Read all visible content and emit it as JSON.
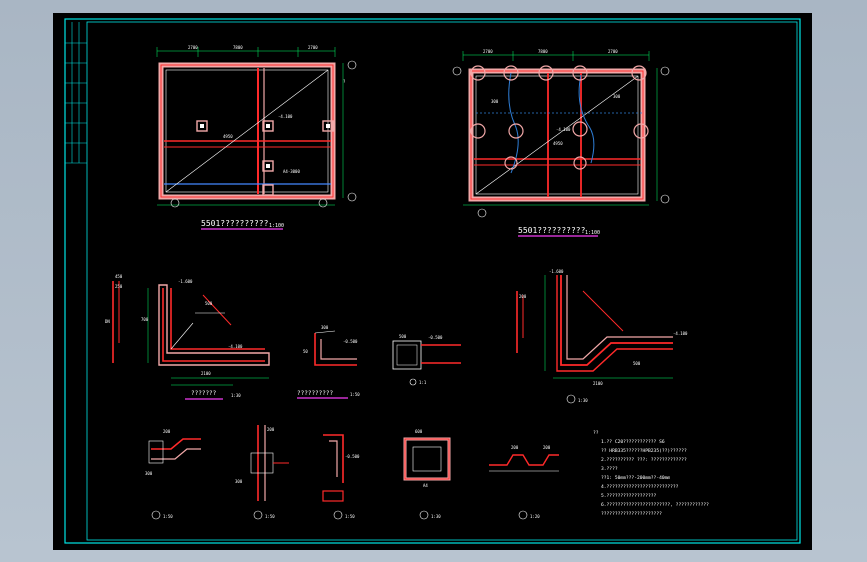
{
  "colors": {
    "background": "#000000",
    "frame": "#00e5e5",
    "wall": "#ff2a2a",
    "fill": "#f2a8a8",
    "line": "#ffffff",
    "dim": "#00ff66",
    "accent_blue": "#4488ff",
    "text": "#ffffff",
    "title_underline": "#cc33cc"
  },
  "plans": {
    "left_title": "5501??????????",
    "left_scale": "1:100",
    "right_title": "5501??????????",
    "right_scale": "1:100"
  },
  "details": {
    "d1_title": "???????",
    "d1_scale": "1:30",
    "d2_title": "??????????",
    "d2_scale": "1:50",
    "d3_label": "1:1",
    "d4_scale": "1:30",
    "b1_scale": "1:50",
    "b2_scale": "1:50",
    "b3_scale": "1:50",
    "b4_scale": "1:30",
    "b5_scale": "1:20"
  },
  "notes": {
    "heading": "??",
    "lines": [
      "1.?? C20????????????  S6",
      "   ?? HRB335??????HPB235(??)??????",
      "2.??????????  ???:  ?????????????",
      "3.????",
      "   ??1: 50mm???-200mm??-40mm",
      "4.??????????????????????????",
      "5.??????????????????",
      "6.???????????????????????,  ????????????",
      "   ??????????????????????"
    ]
  }
}
